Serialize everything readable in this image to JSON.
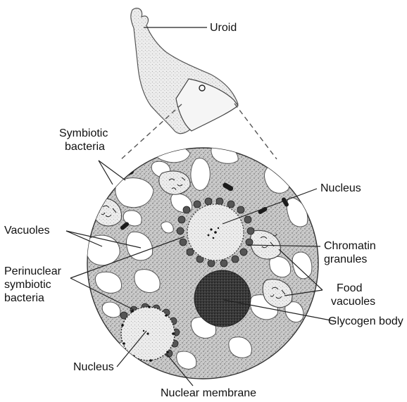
{
  "labels": {
    "uroid": "Uroid",
    "symbiotic_bacteria_1": "Symbiotic",
    "symbiotic_bacteria_2": "bacteria",
    "nucleus_top": "Nucleus",
    "vacuoles": "Vacuoles",
    "chromatin_1": "Chromatin",
    "chromatin_2": "granules",
    "perinuclear_1": "Perinuclear",
    "perinuclear_2": "symbiotic",
    "perinuclear_3": "bacteria",
    "food_vacuoles_1": "Food",
    "food_vacuoles_2": "vacuoles",
    "glycogen_body": "Glycogen body",
    "nucleus_bottom": "Nucleus",
    "nuclear_membrane": "Nuclear membrane"
  }
}
